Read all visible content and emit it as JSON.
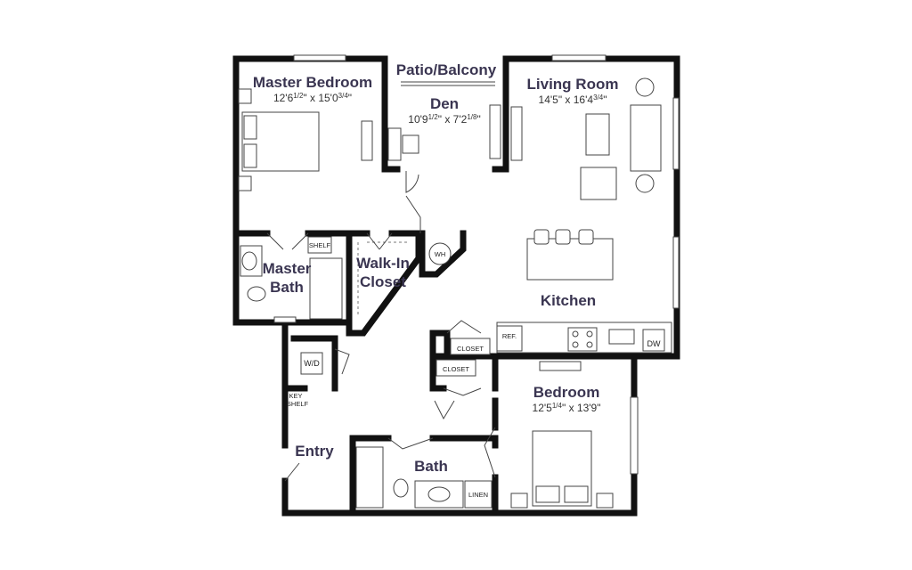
{
  "rooms": {
    "patio": {
      "name": "Patio/Balcony"
    },
    "master_bedroom": {
      "name": "Master Bedroom",
      "dim": "12'6",
      "dim_sup1": "1/2",
      "dim_mid": "\" x 15'0",
      "dim_sup2": "3/4",
      "dim_end": "\""
    },
    "den": {
      "name": "Den",
      "dim": "10'9",
      "dim_sup1": "1/2",
      "dim_mid": "\" x 7'2",
      "dim_sup2": "1/8",
      "dim_end": "\""
    },
    "living_room": {
      "name": "Living Room",
      "dim": "14'5\" x 16'4",
      "dim_sup2": "3/4",
      "dim_end": "\""
    },
    "master_bath": {
      "name_line1": "Master",
      "name_line2": "Bath"
    },
    "walk_in_closet": {
      "name_line1": "Walk-In",
      "name_line2": "Closet"
    },
    "kitchen": {
      "name": "Kitchen"
    },
    "bedroom": {
      "name": "Bedroom",
      "dim": "12'5",
      "dim_sup1": "1/4",
      "dim_mid": "\" x 13'9\""
    },
    "entry": {
      "name": "Entry"
    },
    "bath": {
      "name": "Bath"
    }
  },
  "labels": {
    "wh": "WH",
    "wd": "W/D",
    "shelf": "SHELF",
    "key": "KEY",
    "key_shelf": "SHELF",
    "closet1": "CLOSET",
    "closet2": "CLOSET",
    "ref": "REF.",
    "dw": "DW",
    "linen": "LINEN"
  }
}
